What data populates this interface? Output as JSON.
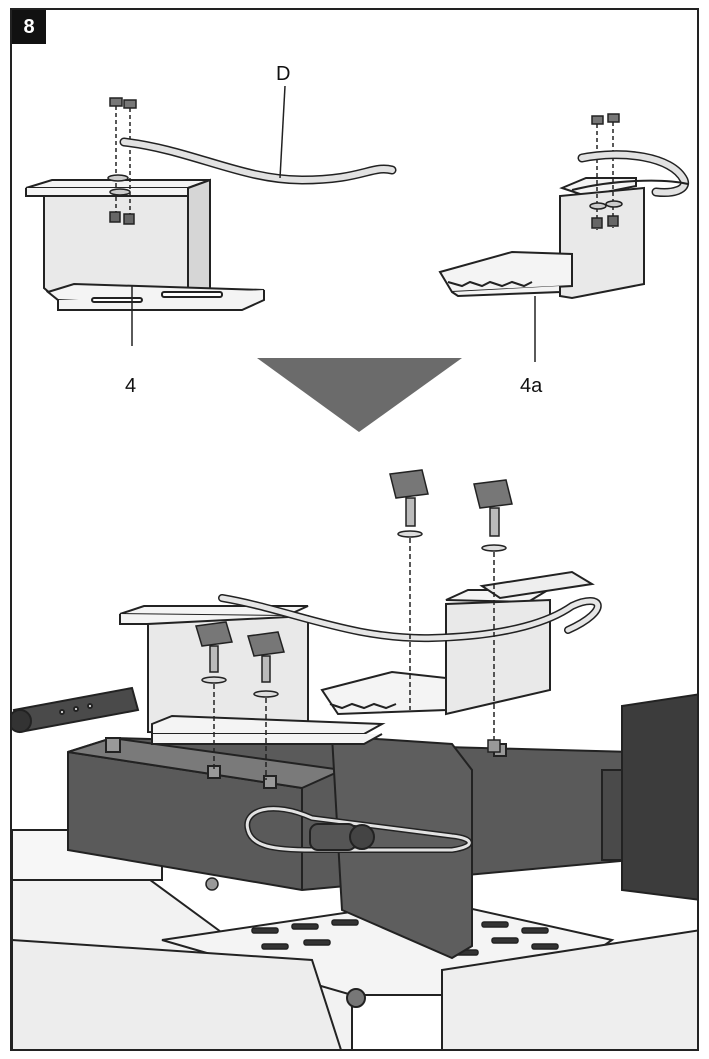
{
  "figure": {
    "number": "8",
    "labels": {
      "hose": "D",
      "bracket_left": "4",
      "bracket_right": "4a"
    }
  },
  "colors": {
    "line": "#222222",
    "plate_fill": "#e9e9e9",
    "dark_part": "#5a5a5a",
    "darker_part": "#3c3c3c",
    "arrow": "#6b6b6b",
    "light": "#f4f4f4"
  }
}
